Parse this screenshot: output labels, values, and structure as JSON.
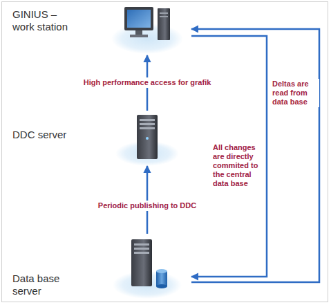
{
  "diagram": {
    "nodes": [
      {
        "text": [
          "GINIUS – work station"
        ]
      },
      {
        "text": [
          "DDC server"
        ]
      },
      {
        "text": [
          "Data base server"
        ]
      }
    ],
    "edges": [
      {
        "from": 2,
        "to": 1,
        "label": "Periodic publishing to DDC",
        "arrow": "to"
      },
      {
        "from": 1,
        "to": 0,
        "label": "High performance access for grafik",
        "arrow": "to"
      },
      {
        "from": 0,
        "to": 2,
        "label": "All changes are directly commited to the central data base",
        "arrow": "to"
      },
      {
        "from": 2,
        "to": 0,
        "label": "Deltas are read from data base",
        "arrow": "to"
      }
    ]
  }
}
